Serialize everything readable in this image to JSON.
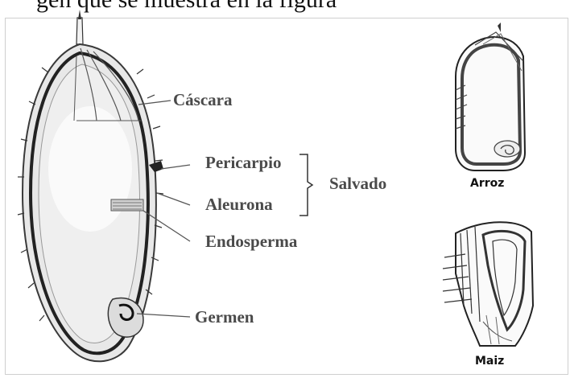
{
  "header_fragment": "gen que se muestra en la figura",
  "labels": {
    "cascara": "Cáscara",
    "pericarpio": "Pericarpio",
    "aleurona": "Aleurona",
    "salvado": "Salvado",
    "endosperma": "Endosperma",
    "germen": "Germen"
  },
  "grains": {
    "arroz": "Arroz",
    "maiz": "Maiz"
  }
}
